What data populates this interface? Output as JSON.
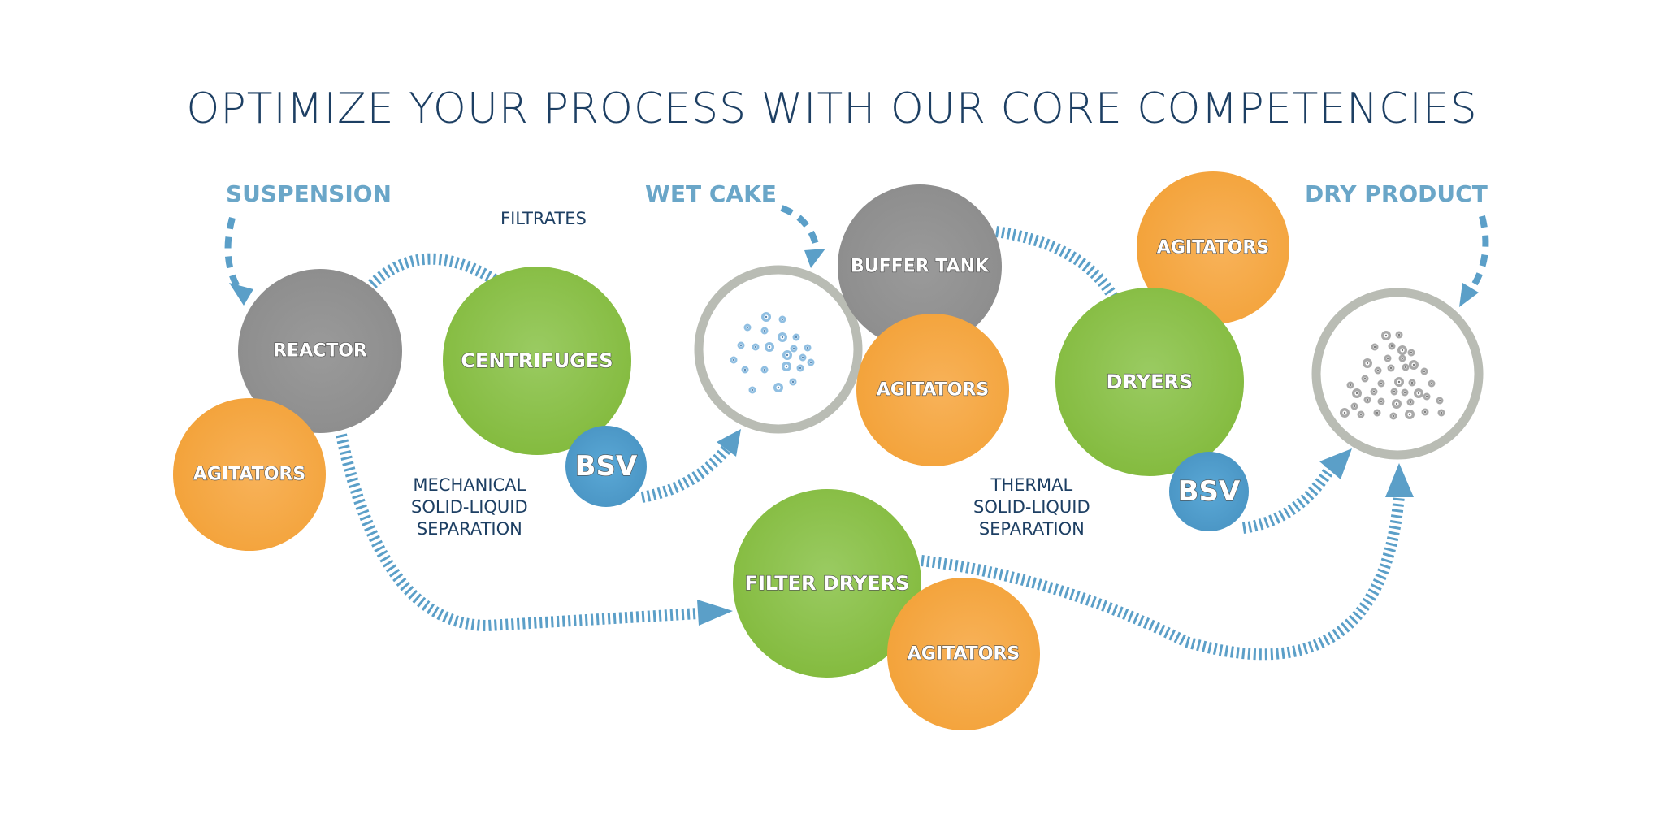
{
  "title": "OPTIMIZE YOUR PROCESS WITH OUR CORE COMPETENCIES",
  "stages": {
    "suspension": "SUSPENSION",
    "wet_cake": "WET CAKE",
    "dry_product": "DRY PRODUCT"
  },
  "notes": {
    "filtrates": "FILTRATES",
    "mechanical": [
      "MECHANICAL",
      "SOLID-LIQUID",
      "SEPARATION"
    ],
    "thermal": [
      "THERMAL",
      "SOLID-LIQUID",
      "SEPARATION"
    ]
  },
  "nodes": [
    {
      "id": "reactor",
      "label": "REACTOR",
      "type": "gray"
    },
    {
      "id": "agitators-1",
      "label": "AGITATORS",
      "type": "orange"
    },
    {
      "id": "centrifuges",
      "label": "CENTRIFUGES",
      "type": "green"
    },
    {
      "id": "bsv-1",
      "label": "BSV",
      "type": "blue"
    },
    {
      "id": "wet-cake",
      "label": "",
      "type": "ring-wet"
    },
    {
      "id": "buffer-tank",
      "label": "BUFFER TANK",
      "type": "gray"
    },
    {
      "id": "agitators-2",
      "label": "AGITATORS",
      "type": "orange"
    },
    {
      "id": "agitators-3",
      "label": "AGITATORS",
      "type": "orange"
    },
    {
      "id": "dryers",
      "label": "DRYERS",
      "type": "green"
    },
    {
      "id": "bsv-2",
      "label": "BSV",
      "type": "blue"
    },
    {
      "id": "dry-product",
      "label": "",
      "type": "ring-dry"
    },
    {
      "id": "filter-dryers",
      "label": "FILTER DRYERS",
      "type": "green"
    },
    {
      "id": "agitators-4",
      "label": "AGITATORS",
      "type": "orange"
    }
  ],
  "colors": {
    "title": "#1d3f63",
    "accent_blue": "#6aa6c8",
    "arrow_blue": "#5b9fc8",
    "gray": "#939393",
    "orange": "#f5a742",
    "green": "#8cc04a",
    "bsv_blue": "#4f9ccb",
    "ring": "#b9bcb4"
  }
}
